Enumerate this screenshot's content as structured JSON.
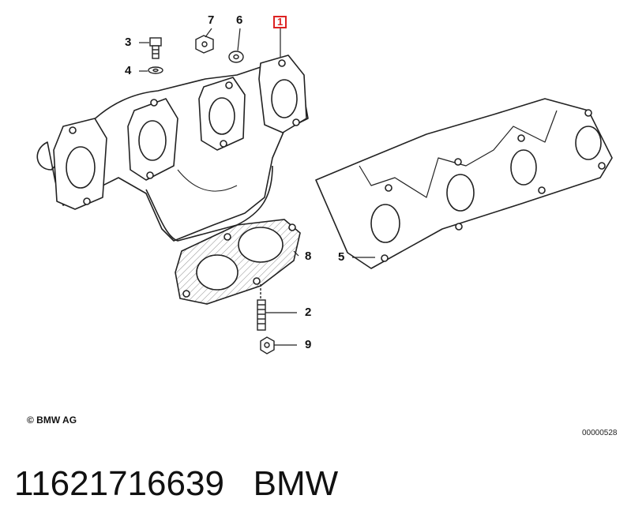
{
  "callouts": {
    "c1": "1",
    "c2": "2",
    "c3": "3",
    "c4": "4",
    "c5": "5",
    "c6": "6",
    "c7": "7",
    "c8": "8",
    "c9": "9"
  },
  "copyright": "© BMW AG",
  "diagram_id": "00000528",
  "caption": {
    "part_number": "11621716639",
    "brand": "BMW"
  },
  "colors": {
    "line": "#222222",
    "highlight": "#dd2222"
  }
}
